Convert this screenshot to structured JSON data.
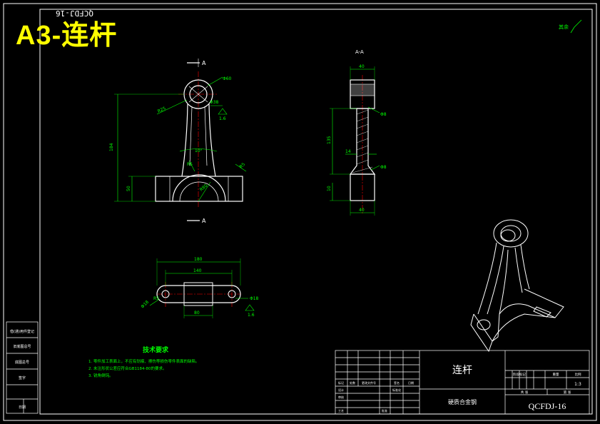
{
  "title_overlay": "A3-连杆",
  "drawing_code_rotated": "QCFDJ-16",
  "roughness_other": "其余",
  "section_label": "A-A",
  "section_markers": [
    "A",
    "A"
  ],
  "dimensions": {
    "main_view": [
      "Φ60",
      "Φ38",
      "R25",
      "184",
      "50",
      "10°",
      "R5",
      "R80",
      "R5",
      "1.6"
    ],
    "section_view": [
      "40",
      "Φ8",
      "135",
      "14",
      "10",
      "Φ8",
      "40"
    ],
    "top_view": [
      "180",
      "140",
      "Φ18",
      "R5",
      "80",
      "Φ18",
      "1.6"
    ]
  },
  "tech_requirements": {
    "heading": "技术要求",
    "items": [
      "1. 零件加工表面上，不应有划痕、擦伤等损伤零件表面的缺陷。",
      "2. 未注形状公差应符合GB1184-80的要求。",
      "3. 锐角倒钝。"
    ]
  },
  "title_block": {
    "part_name": "连杆",
    "material": "硬质合金钢",
    "drawing_no": "QCFDJ-16",
    "scale": "1:3",
    "headers_right": [
      "阶段标记",
      "重量",
      "比例"
    ],
    "sheets": [
      "共 张",
      "第 张"
    ],
    "small_labels": [
      "标记",
      "处数",
      "更改文件号",
      "签名",
      "日期",
      "设计",
      "标准化",
      "审核",
      "工艺",
      "批准"
    ]
  },
  "left_strip": [
    "借(通)用件登记",
    "旧底图总号",
    "底图总号",
    "签字",
    "日期"
  ]
}
